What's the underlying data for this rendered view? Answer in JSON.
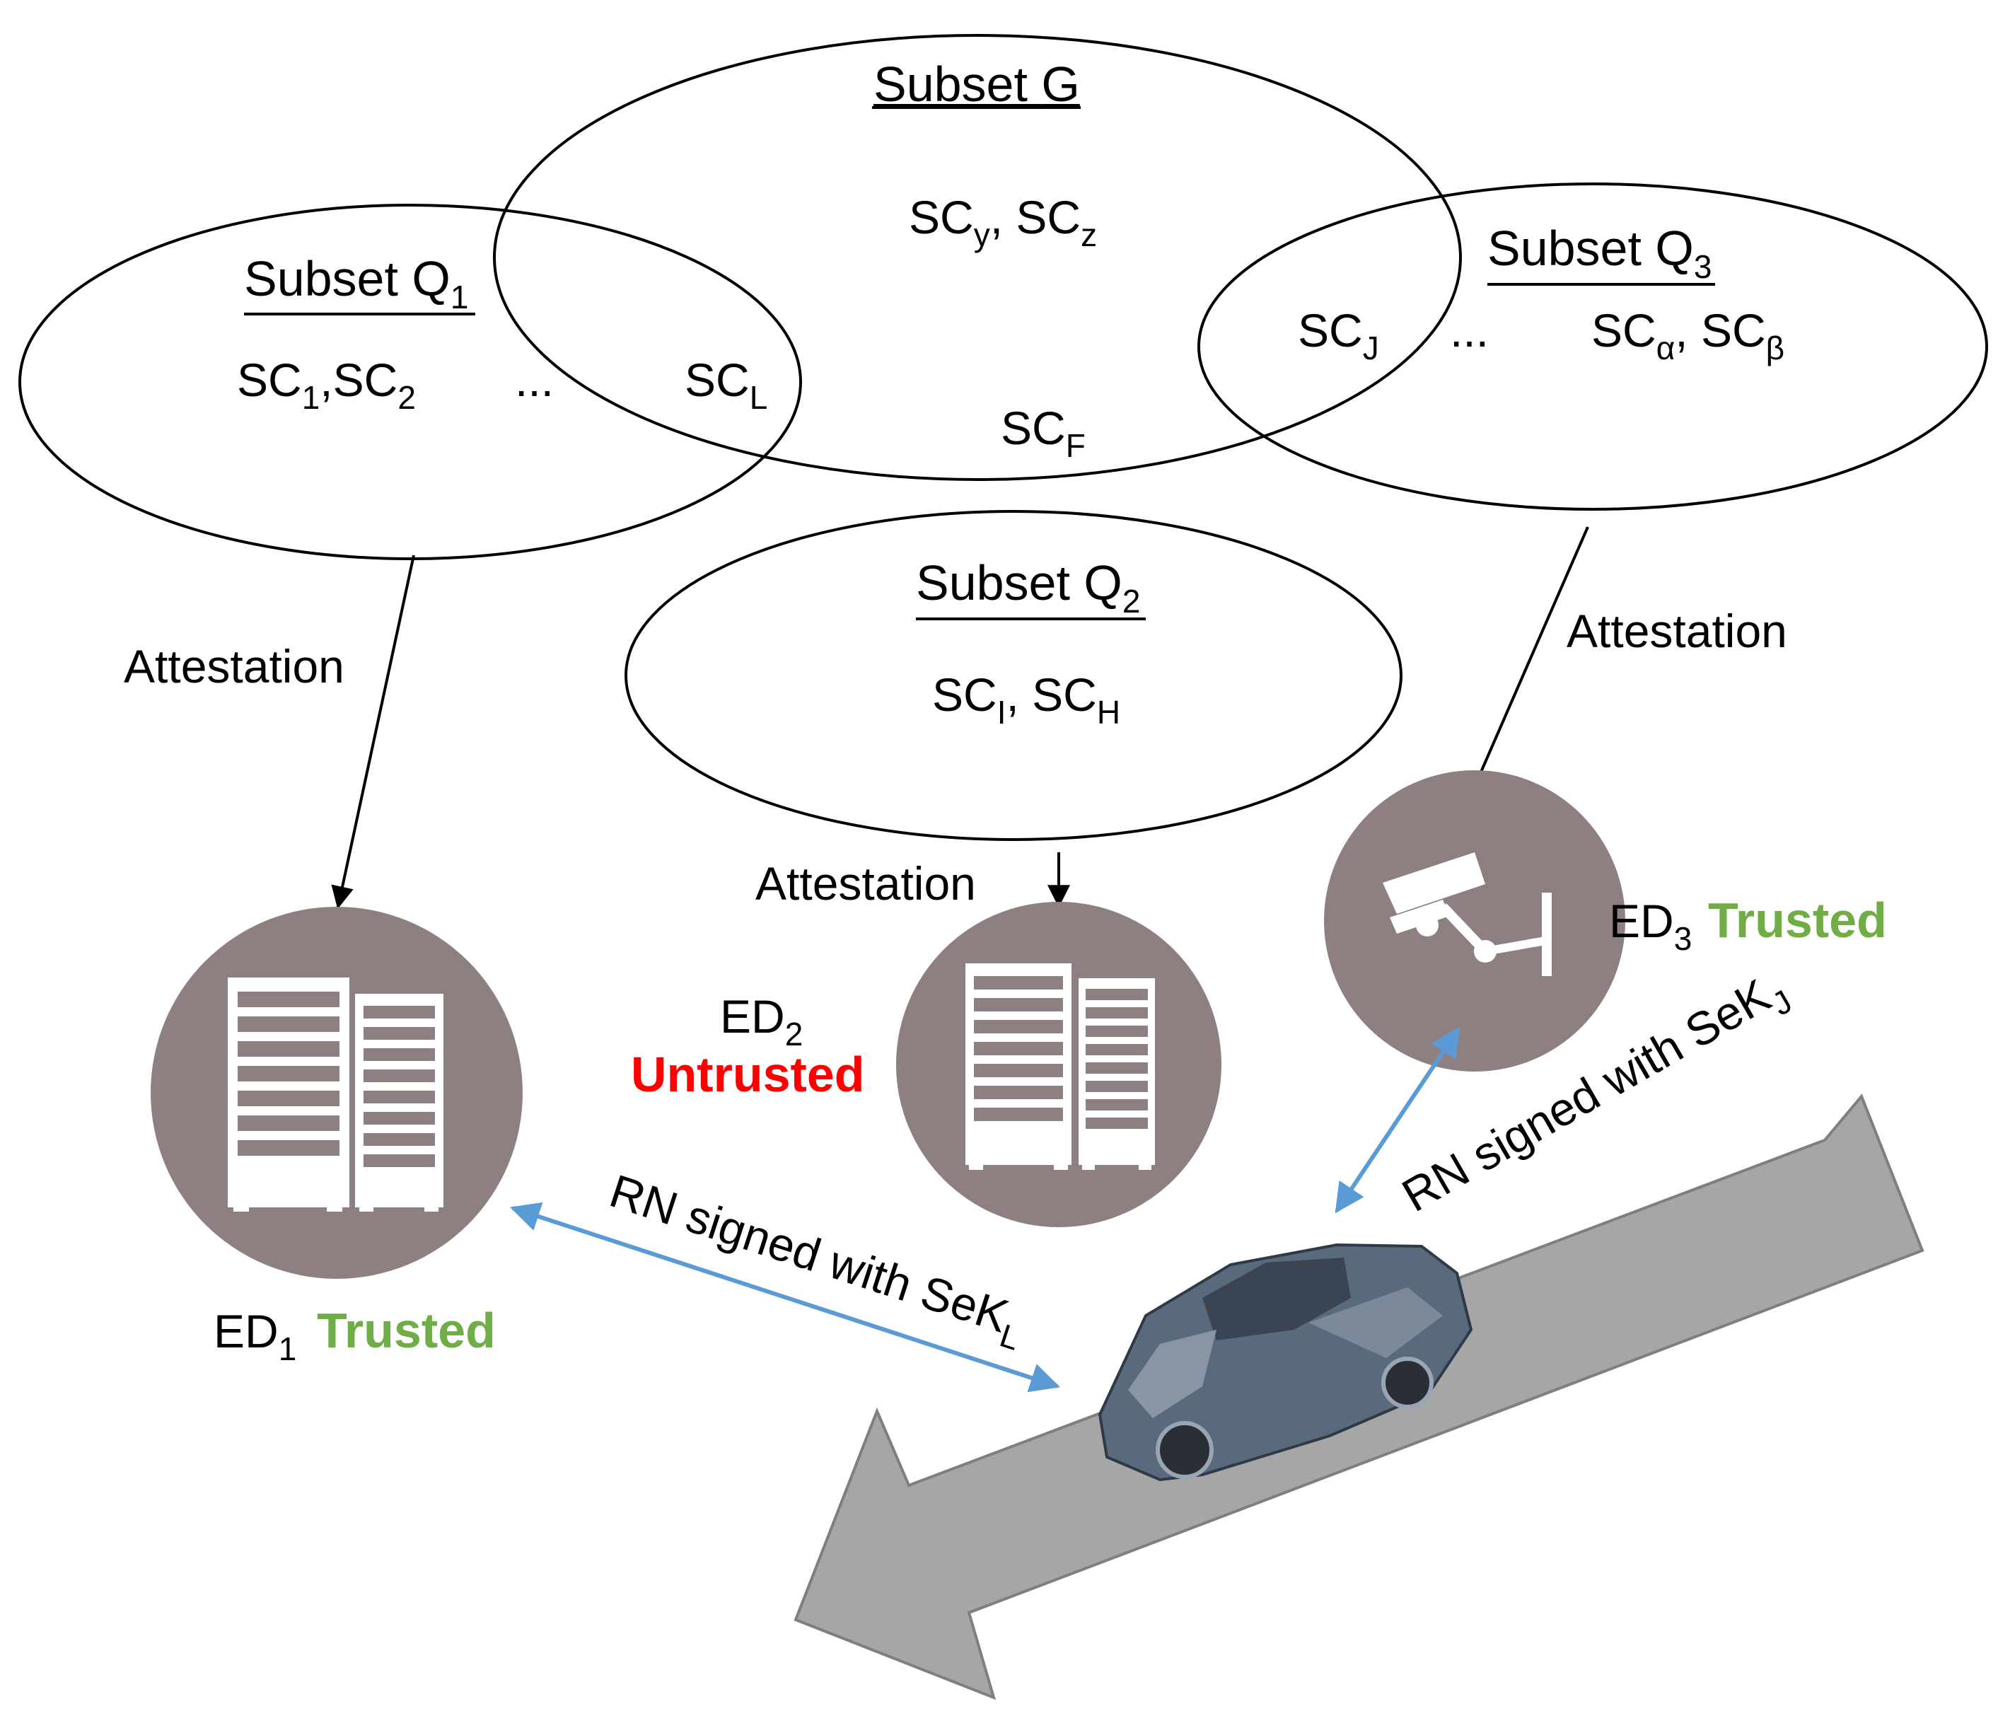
{
  "subsets": {
    "G": {
      "title": "Subset ",
      "title_sub": "G",
      "items": [
        {
          "base": "SC",
          "sub": "y",
          "suffix": ", "
        },
        {
          "base": "SC",
          "sub": "z",
          "suffix": ""
        },
        {
          "base": "SC",
          "sub": "F",
          "suffix": ""
        }
      ]
    },
    "Q1": {
      "title": "Subset Q",
      "title_sub": "1",
      "items": [
        {
          "base": "SC",
          "sub": "1",
          "suffix": ","
        },
        {
          "base": "SC",
          "sub": "2",
          "suffix": ""
        },
        {
          "base": "SC",
          "sub": "L",
          "suffix": ""
        }
      ],
      "ellipsis": "..."
    },
    "Q2": {
      "title": "Subset Q",
      "title_sub": "2",
      "items": [
        {
          "base": "SC",
          "sub": "I",
          "suffix": ", "
        },
        {
          "base": "SC",
          "sub": "H",
          "suffix": ""
        }
      ]
    },
    "Q3": {
      "title": "Subset Q",
      "title_sub": "3",
      "items": [
        {
          "base": "SC",
          "sub": "J",
          "suffix": ""
        },
        {
          "base": "SC",
          "sub": "α",
          "suffix": ", "
        },
        {
          "base": "SC",
          "sub": "β",
          "suffix": ""
        }
      ],
      "ellipsis": "..."
    }
  },
  "attestation_label": "Attestation",
  "devices": {
    "ED1": {
      "name": "ED",
      "sub": "1",
      "status": "Trusted",
      "status_color": "#70ad47",
      "icon": "server-rack-icon"
    },
    "ED2": {
      "name": "ED",
      "sub": "2",
      "status": "Untrusted",
      "status_color": "#ff0000",
      "icon": "server-rack-icon"
    },
    "ED3": {
      "name": "ED",
      "sub": "3",
      "status": "Trusted",
      "status_color": "#70ad47",
      "icon": "security-camera-icon"
    }
  },
  "links": {
    "ed1": {
      "text": "RN signed with SeK",
      "sub": "L"
    },
    "ed3": {
      "text": "RN signed with SeK",
      "sub": "J"
    }
  },
  "vehicle": {
    "icon": "car-icon"
  },
  "road": {
    "icon": "road-arrow-icon"
  },
  "colors": {
    "device_fill": "#8e8081",
    "link_arrow": "#5b9bd5",
    "road_fill": "#a6a6a6",
    "road_stroke": "#7f7f7f"
  }
}
